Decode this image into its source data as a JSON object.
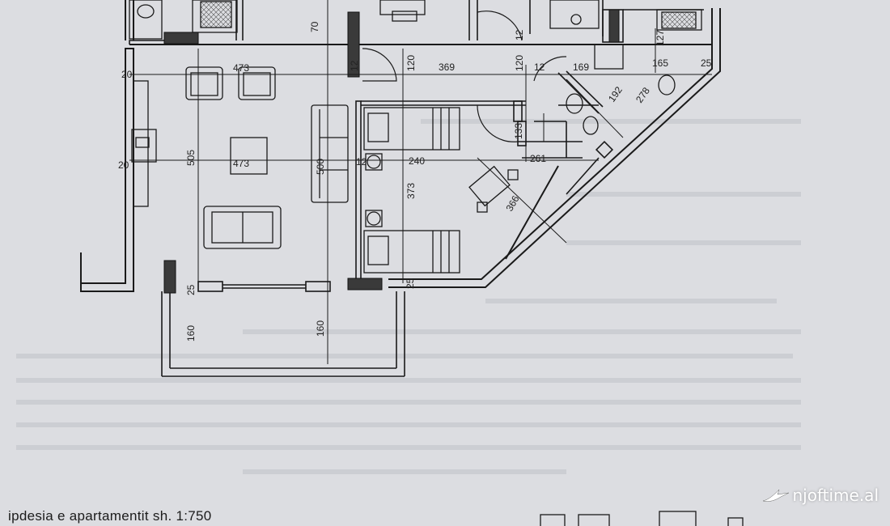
{
  "dimensions": {
    "d70": "70",
    "d473a": "473",
    "d12a": "12",
    "d120a": "120",
    "d369": "369",
    "d120b": "120",
    "d12b": "12",
    "d169": "169",
    "d12c": "12",
    "d127": "127",
    "d165": "165",
    "d25a": "25",
    "d20a": "20",
    "d192": "192",
    "d278": "278",
    "d133": "133",
    "d240": "240",
    "d261": "261",
    "d20b": "20",
    "d473b": "473",
    "d505": "505",
    "d500": "500",
    "d12d": "12",
    "d373": "373",
    "d366": "366",
    "d25b": "25",
    "d25c": "25",
    "d160a": "160",
    "d160b": "160"
  },
  "caption": "ipdesia e apartamentit  sh. 1:750",
  "watermark": "njoftime.al",
  "colors": {
    "paper": "#dcdde1",
    "ink": "#1a1a1a",
    "wall_fill": "#3a3a3a"
  }
}
